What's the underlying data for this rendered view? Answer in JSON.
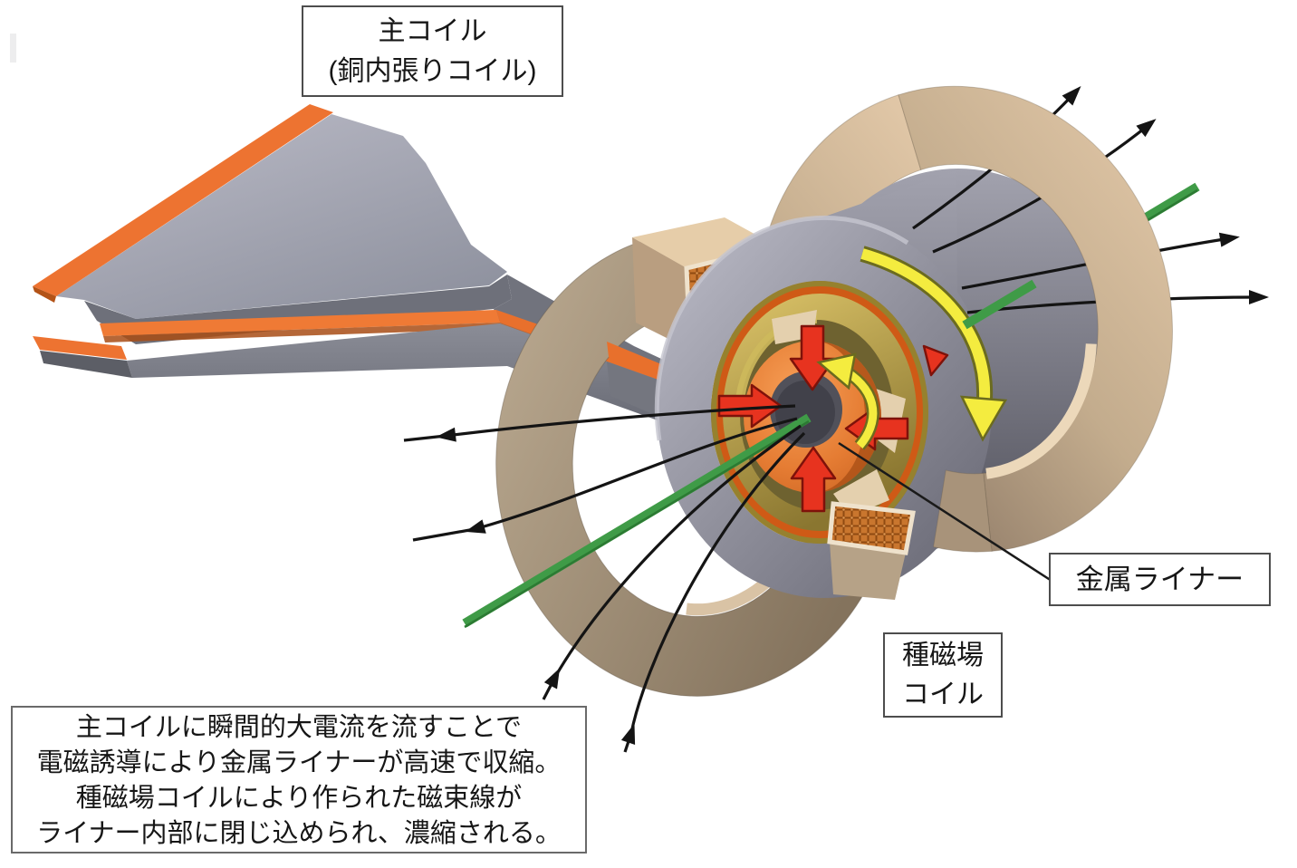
{
  "diagram": {
    "main_coil_label": {
      "line1": "主コイル",
      "line2": "(銅内張りコイル)"
    },
    "liner_label": "金属ライナー",
    "seed_coil_label": {
      "line1": "種磁場",
      "line2": "コイル"
    },
    "description": {
      "line1": "主コイルに瞬間的大電流を流すことで",
      "line2": "電磁誘導により金属ライナーが高速で収縮。",
      "line3": "種磁場コイルにより作られた磁束線が",
      "line4": "ライナー内部に閉じ込められ、濃縮される。"
    },
    "colors": {
      "copper_orange": "#ed7331",
      "coil_gray": "#8e8e9a",
      "ring_tan": "#c9b294",
      "gold_interior": "#c9b254",
      "liner_orange": "#e07b35",
      "compression_arrow_red": "#e7331f",
      "current_arrow_yellow": "#f4ec3f",
      "flux_line_black": "#141414",
      "axis_rod_green": "#3f9b47"
    }
  }
}
